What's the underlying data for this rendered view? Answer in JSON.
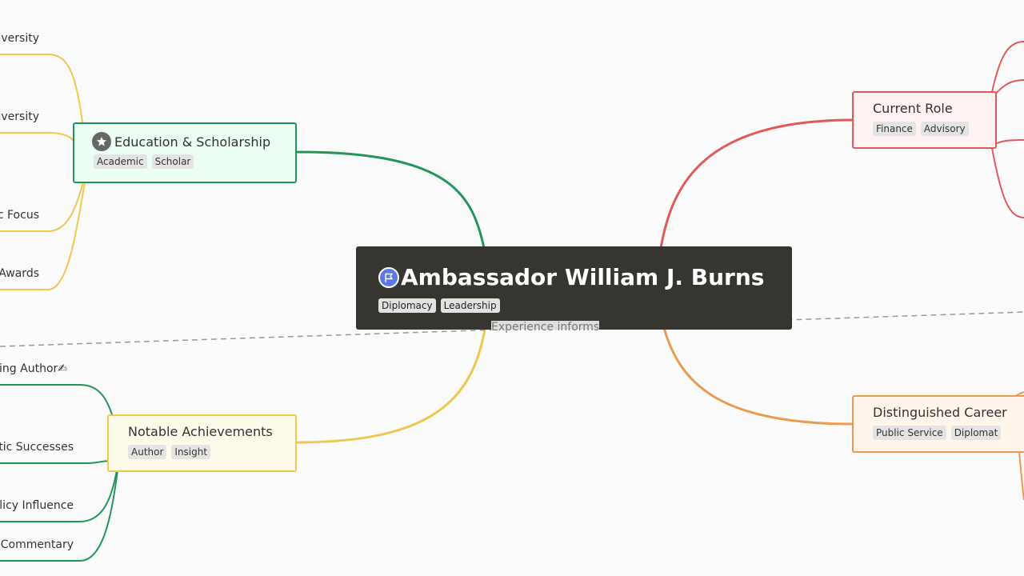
{
  "central": {
    "title": "Ambassador William J. Burns",
    "tags": [
      "Diplomacy",
      "Leadership"
    ],
    "icon": "flag-icon",
    "bg_color": "#36352f"
  },
  "branches": {
    "education": {
      "title": "Education & Scholarship",
      "tags": [
        "Academic",
        "Scholar"
      ],
      "color": "#22965a",
      "icon": "star-icon"
    },
    "current_role": {
      "title": "Current Role",
      "tags": [
        "Finance",
        "Advisory"
      ],
      "color": "#e05a5a"
    },
    "achievements": {
      "title": "Notable Achievements",
      "tags": [
        "Author",
        "Insight"
      ],
      "color": "#f0c850"
    },
    "career": {
      "title": "Distinguished Career",
      "tags": [
        "Public Service",
        "Diplomat"
      ],
      "color": "#ec9a4e"
    }
  },
  "education_leaves": [
    "iversity",
    "iversity",
    "c Focus",
    "Awards"
  ],
  "achievement_leaves": [
    "ing Author✍",
    "tic Successes",
    "licy Influence",
    "Commentary"
  ],
  "relationship_label": "Experience informs"
}
